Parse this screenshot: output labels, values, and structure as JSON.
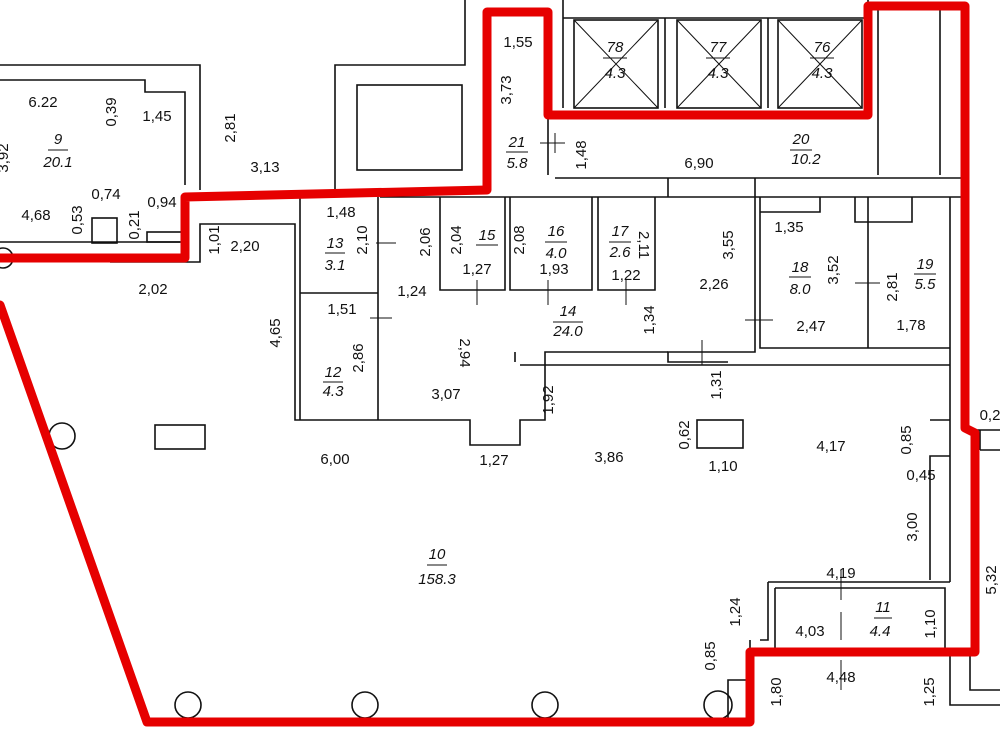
{
  "plan": {
    "outline_color": "#e60000",
    "rooms": [
      {
        "number": "9",
        "area": "20.1"
      },
      {
        "number": "13",
        "area": "3.1"
      },
      {
        "number": "15",
        "area": ""
      },
      {
        "number": "16",
        "area": "4.0"
      },
      {
        "number": "17",
        "area": "2.6"
      },
      {
        "number": "14",
        "area": "24.0"
      },
      {
        "number": "12",
        "area": "4.3"
      },
      {
        "number": "21",
        "area": "5.8"
      },
      {
        "number": "20",
        "area": "10.2"
      },
      {
        "number": "78",
        "area": "4.3"
      },
      {
        "number": "77",
        "area": "4.3"
      },
      {
        "number": "76",
        "area": "4.3"
      },
      {
        "number": "18",
        "area": "8.0"
      },
      {
        "number": "19",
        "area": "5.5"
      },
      {
        "number": "10",
        "area": "158.3"
      },
      {
        "number": "11",
        "area": "4.4"
      }
    ],
    "dimensions": [
      "6.22",
      "1,45",
      "3,13",
      "0,74",
      "0,94",
      "4,68",
      "2,20",
      "2,02",
      "1,55",
      "6,90",
      "1,48",
      "1,27",
      "1,93",
      "1,22",
      "2,26",
      "1,35",
      "2,47",
      "1,78",
      "1,24",
      "1,51",
      "3,07",
      "6,00",
      "1,27",
      "3,86",
      "1,10",
      "4,17",
      "0,45",
      "4,19",
      "4,03",
      "4,48",
      "0,2",
      "3,92",
      "0,39",
      "2,81",
      "0,53",
      "0,21",
      "1,01",
      "3,73",
      "1,48",
      "2,10",
      "2,06",
      "2,04",
      "2,08",
      "2,11",
      "3,55",
      "3,52",
      "2,81",
      "4,65",
      "2,86",
      "2,94",
      "1,34",
      "1,31",
      "1,92",
      "0,62",
      "0,85",
      "3,00",
      "1,24",
      "1,10",
      "0,85",
      "1,80",
      "1,25",
      "5,32"
    ]
  }
}
